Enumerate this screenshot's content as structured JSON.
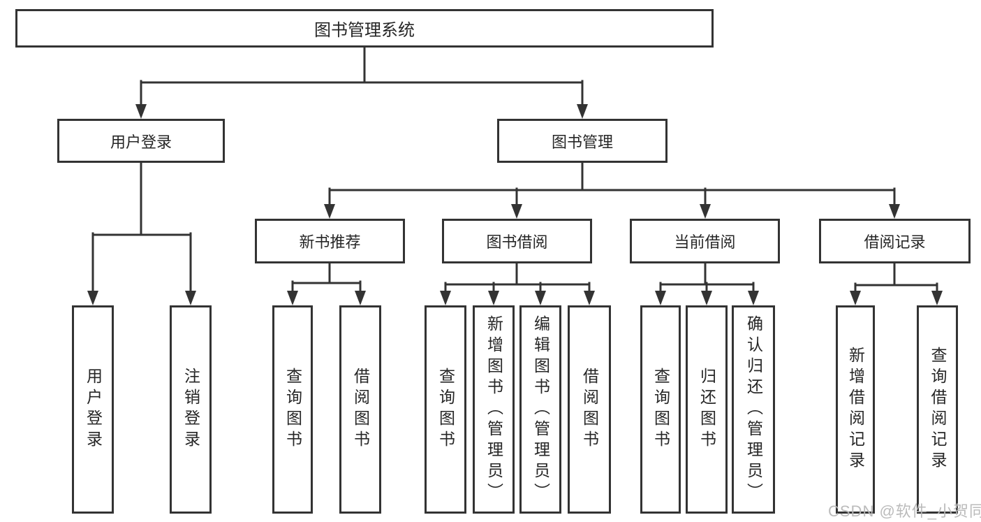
{
  "diagram": {
    "root": "图书管理系统",
    "level2": [
      "用户登录",
      "图书管理"
    ],
    "level3": [
      "新书推荐",
      "图书借阅",
      "当前借阅",
      "借阅记录"
    ],
    "leaves_user_login": [
      "用户登录",
      "注销登录"
    ],
    "leaves_new_books": [
      "查询图书",
      "借阅图书"
    ],
    "leaves_book_borrow": [
      "查询图书",
      "新增图书（管理员）",
      "编辑图书（管理员）",
      "借阅图书"
    ],
    "leaves_current_borrow": [
      "查询图书",
      "归还图书",
      "确认归还（管理员）"
    ],
    "leaves_borrow_records": [
      "新增借阅记录",
      "查询借阅记录"
    ]
  },
  "watermark": "CSDN @软件_小贺同学",
  "colors": {
    "line": "#333333",
    "box_background": "#ffffff",
    "text": "#262626",
    "watermark": "#b7b7b7"
  }
}
